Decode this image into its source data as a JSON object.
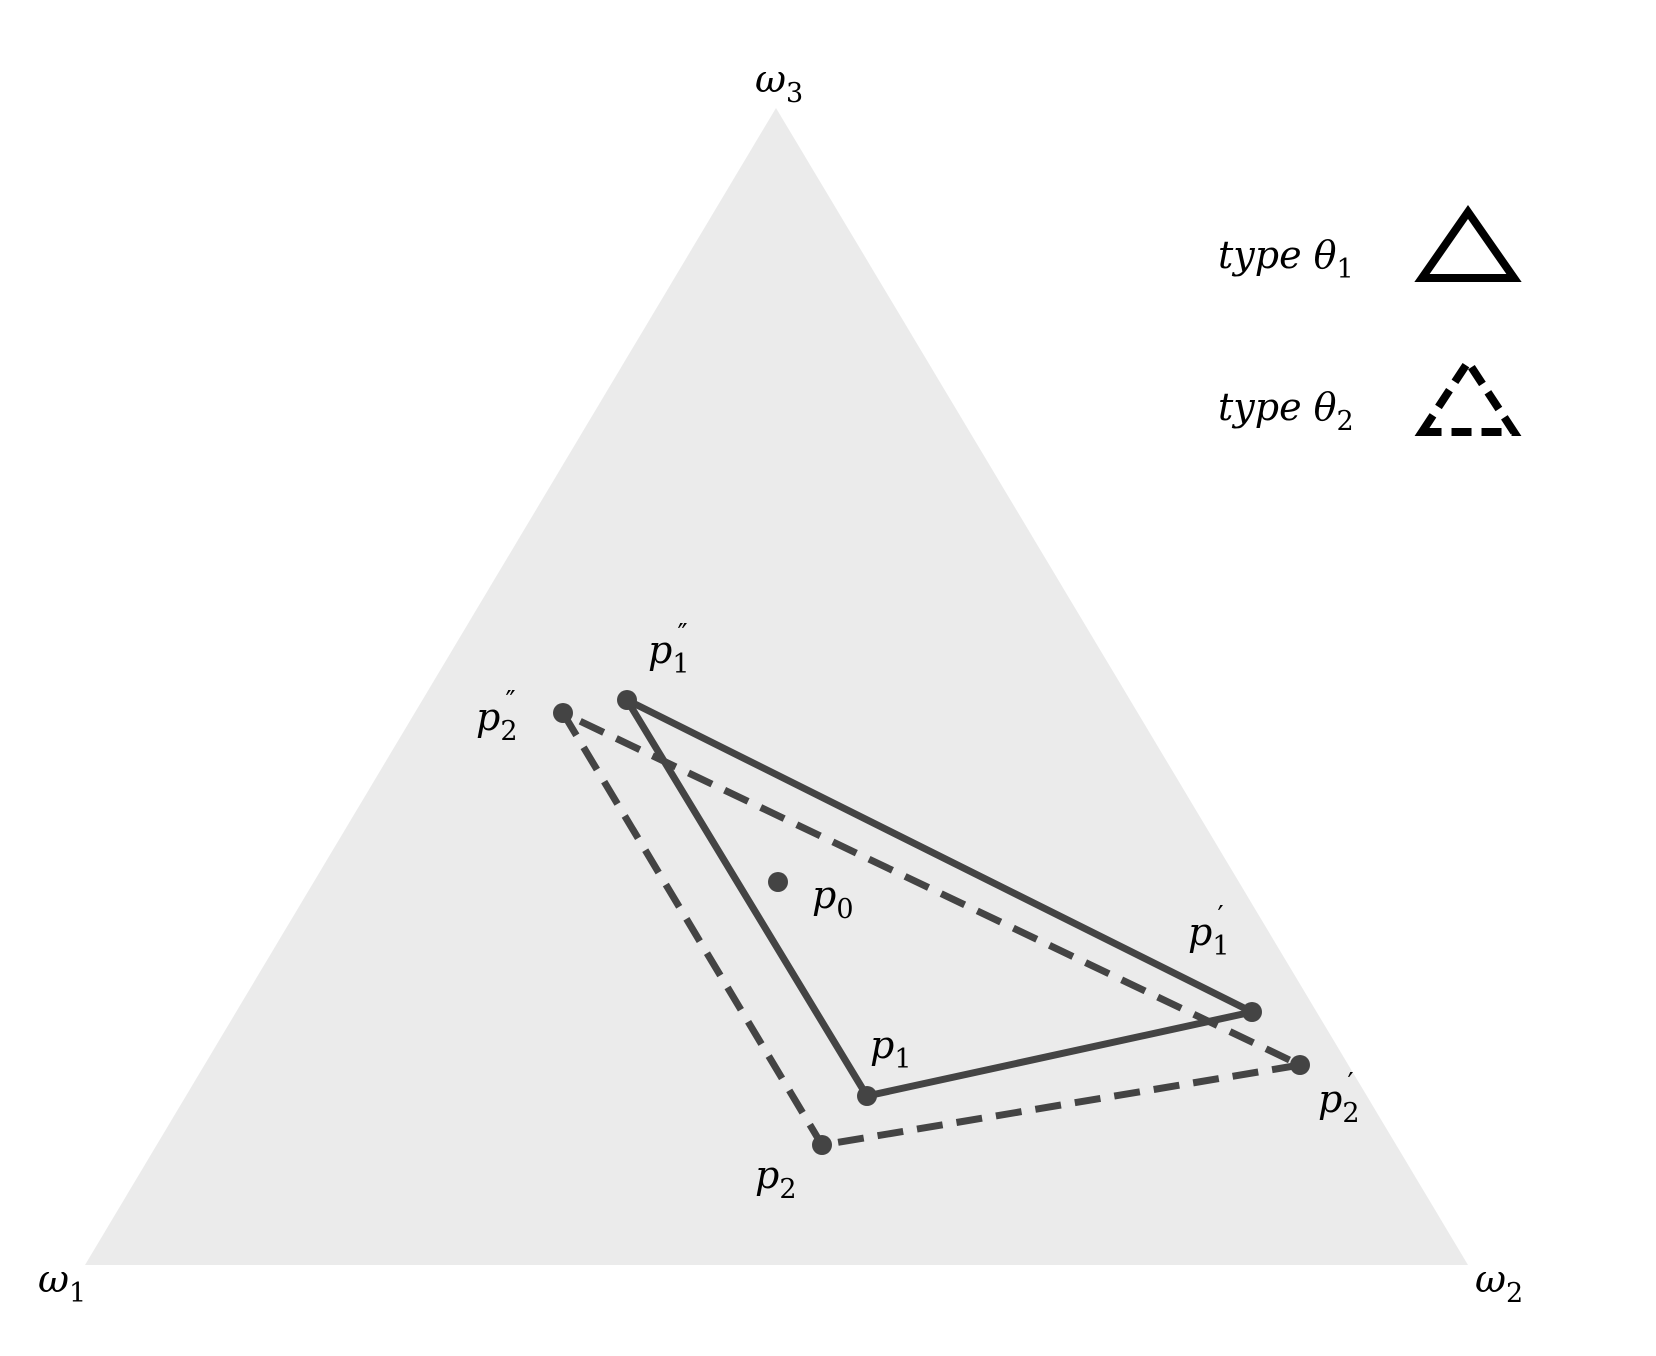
{
  "colors": {
    "simplex_fill": "#ebebeb",
    "line": "#444444",
    "legend": "#000000"
  },
  "vertices": {
    "w1": {
      "base": "ω",
      "sub": "1"
    },
    "w2": {
      "base": "ω",
      "sub": "2"
    },
    "w3": {
      "base": "ω",
      "sub": "3"
    }
  },
  "points": {
    "p0": {
      "base": "p",
      "sub": "0",
      "sup": ""
    },
    "p1": {
      "base": "p",
      "sub": "1",
      "sup": ""
    },
    "p1p": {
      "base": "p",
      "sub": "1",
      "sup": "′"
    },
    "p1pp": {
      "base": "p",
      "sub": "1",
      "sup": "″"
    },
    "p2": {
      "base": "p",
      "sub": "2",
      "sup": ""
    },
    "p2p": {
      "base": "p",
      "sub": "2",
      "sup": "′"
    },
    "p2pp": {
      "base": "p",
      "sub": "2",
      "sup": "″"
    }
  },
  "legend": [
    {
      "text": "type θ",
      "sub": "1",
      "style": "solid"
    },
    {
      "text": "type θ",
      "sub": "2",
      "style": "dashed"
    }
  ]
}
